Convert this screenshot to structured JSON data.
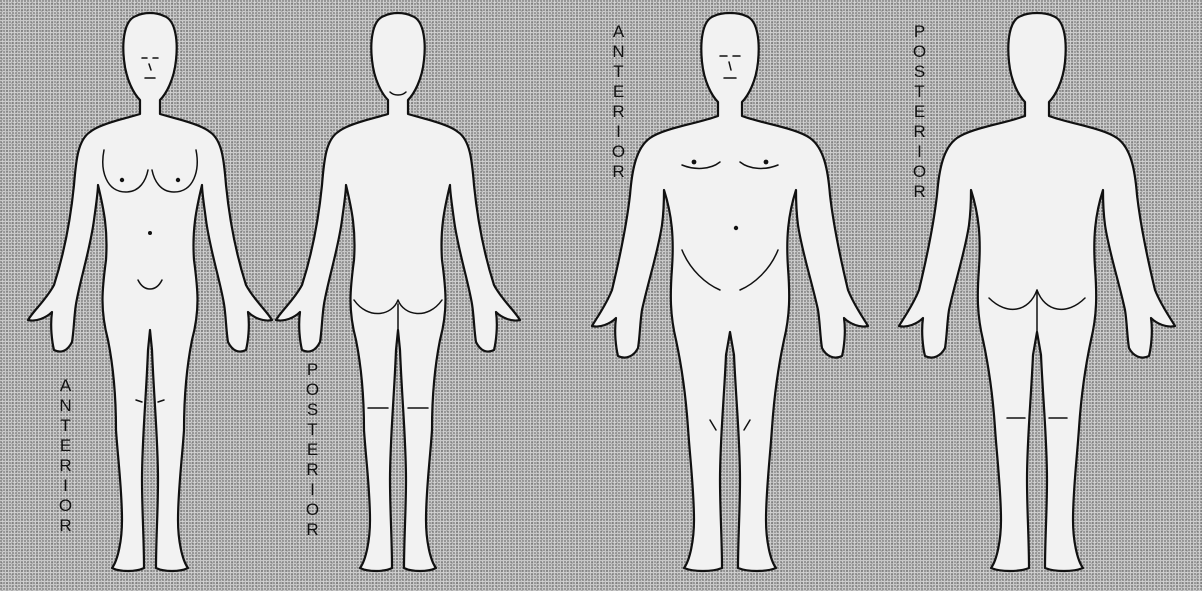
{
  "labels": {
    "female_anterior": "ANTERIOR",
    "female_posterior": "POSTERIOR",
    "male_anterior": "ANTERIOR",
    "male_posterior": "POSTERIOR"
  },
  "figures": [
    "female-front",
    "female-back",
    "male-front",
    "male-back"
  ]
}
